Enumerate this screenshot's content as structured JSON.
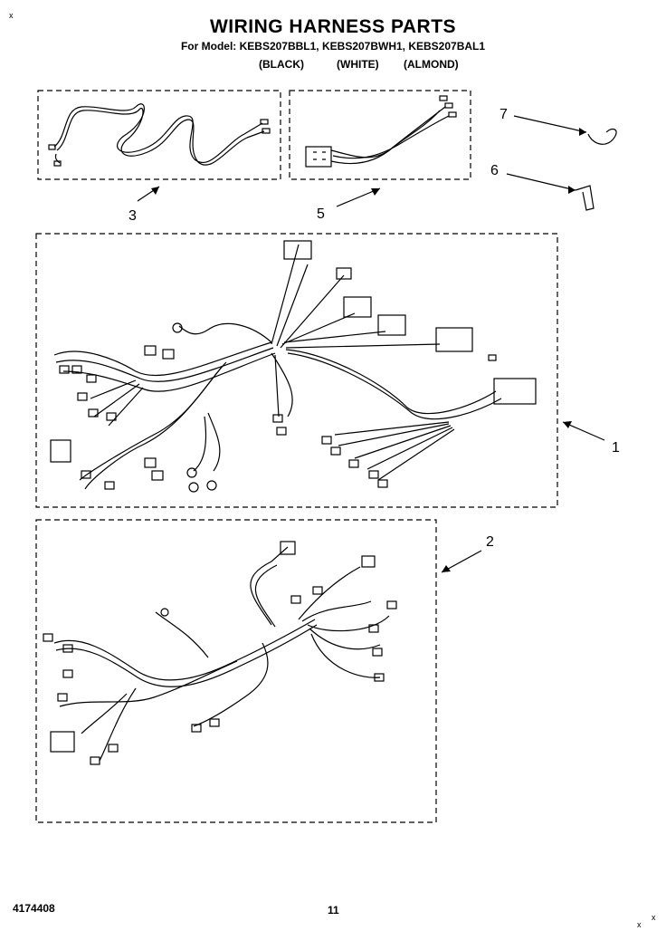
{
  "header": {
    "title": "WIRING HARNESS PARTS",
    "models_line": "For Model: KEBS207BBL1, KEBS207BWH1, KEBS207BAL1",
    "colors": [
      "(BLACK)",
      "(WHITE)",
      "(ALMOND)"
    ]
  },
  "callouts": [
    "1",
    "2",
    "3",
    "5",
    "6",
    "7"
  ],
  "footer": {
    "part_number": "4174408",
    "page_number": "11"
  },
  "corner_marks": [
    "x",
    "x",
    "x"
  ]
}
